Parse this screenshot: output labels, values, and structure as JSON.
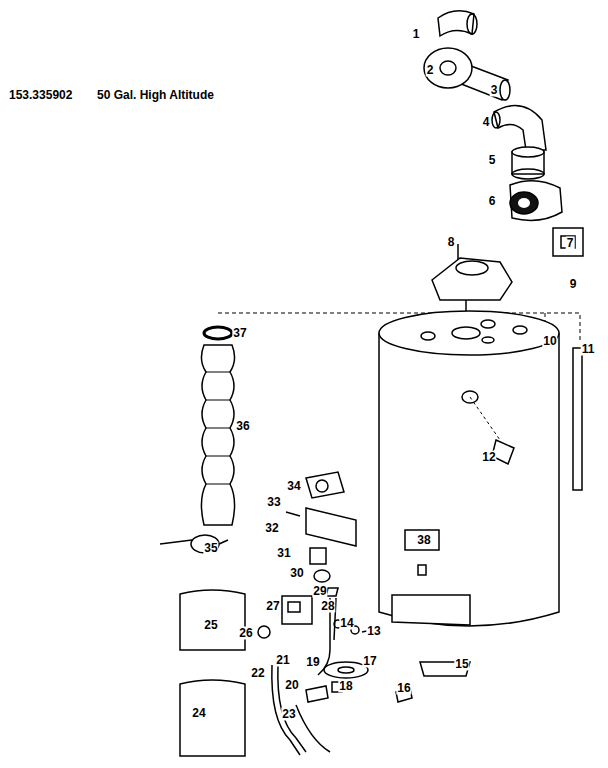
{
  "diagram": {
    "labels": [
      "153.335902",
      "50 Gal. High Altitude",
      "1",
      "2",
      "3",
      "4",
      "5",
      "6",
      "7",
      "8",
      "9",
      "10",
      "11",
      "12",
      "13",
      "14",
      "15",
      "16",
      "17",
      "18",
      "19",
      "20",
      "21",
      "22",
      "23",
      "24",
      "25",
      "26",
      "27",
      "28",
      "29",
      "30",
      "31",
      "32",
      "33",
      "34",
      "35",
      "36",
      "37",
      "38"
    ]
  }
}
